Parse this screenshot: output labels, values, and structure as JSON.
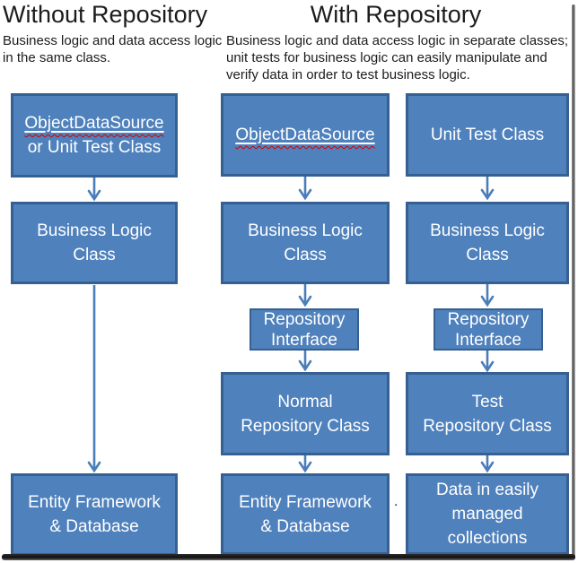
{
  "colors": {
    "box_fill": "#4f81bd",
    "box_border": "#366092",
    "arrow": "#4a7ebb",
    "spellcheck_underline": "#d00000",
    "box_text": "#ffffff",
    "heading_text": "#1c1c1c",
    "bottom_shadow": "#101010",
    "right_frame_line": "#4f4f4f"
  },
  "sections": {
    "without": {
      "title": "Without Repository",
      "subtitle_lines": [
        "Business logic and data access logic",
        "in the same class."
      ]
    },
    "with": {
      "title": "With Repository",
      "subtitle_lines": [
        "Business logic and data access logic in separate classes;",
        "unit tests for business logic can easily manipulate and",
        "verify data in order to test business logic."
      ]
    }
  },
  "boxes": {
    "left_top": {
      "lines": [
        "ObjectDataSource",
        "or Unit Test Class"
      ]
    },
    "left_business": {
      "lines": [
        "Business Logic",
        "Class"
      ]
    },
    "left_ef": {
      "lines": [
        "Entity Framework",
        "& Database"
      ]
    },
    "mid_ods": {
      "lines": [
        "ObjectDataSource"
      ]
    },
    "mid_business": {
      "lines": [
        "Business Logic",
        "Class"
      ]
    },
    "mid_repo_if": {
      "lines": [
        "Repository",
        "Interface"
      ]
    },
    "mid_normal_repo": {
      "lines": [
        "Normal",
        "Repository Class"
      ]
    },
    "mid_ef": {
      "lines": [
        "Entity Framework",
        "& Database"
      ]
    },
    "right_unit": {
      "lines": [
        "Unit Test Class"
      ]
    },
    "right_business": {
      "lines": [
        "Business Logic",
        "Class"
      ]
    },
    "right_repo_if": {
      "lines": [
        "Repository",
        "Interface"
      ]
    },
    "right_test_repo": {
      "lines": [
        "Test",
        "Repository Class"
      ]
    },
    "right_data": {
      "lines": [
        "Data in easily",
        "managed",
        "collections"
      ]
    }
  },
  "artifacts": {
    "stray_dot": "."
  }
}
